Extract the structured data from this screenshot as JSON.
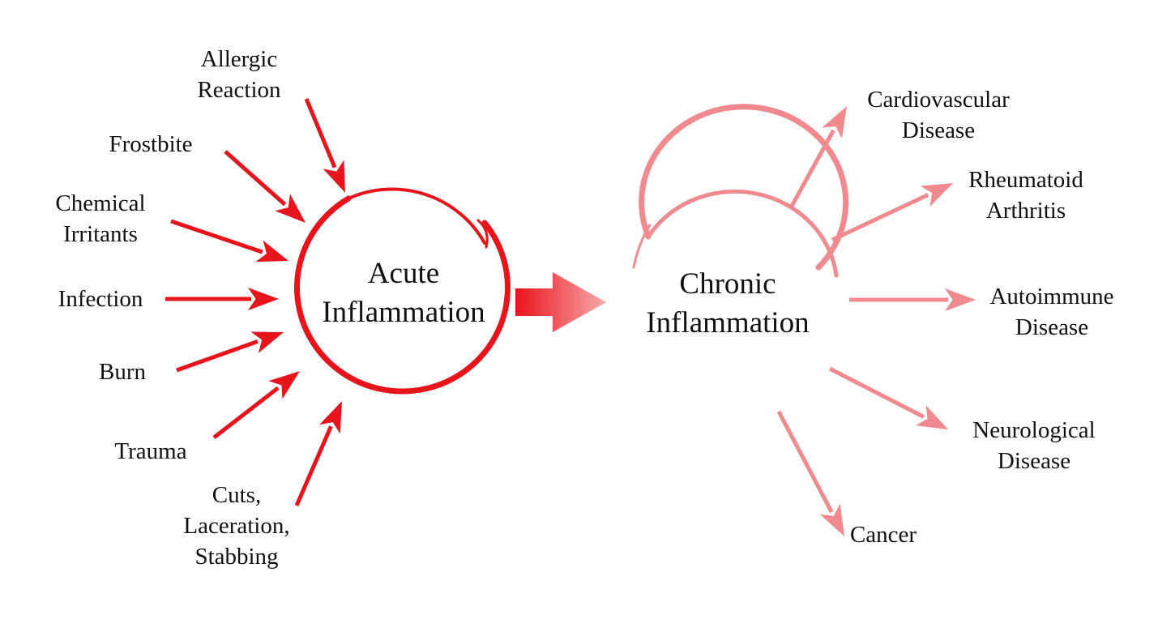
{
  "colors": {
    "acute": "#e8141b",
    "chronic": "#f08a8e",
    "text": "#111111",
    "background": "#ffffff"
  },
  "acute": {
    "title_line1": "Acute",
    "title_line2": "Inflammation"
  },
  "chronic": {
    "title_line1": "Chronic",
    "title_line2": "Inflammation"
  },
  "causes": [
    {
      "lines": [
        "Allergic",
        "Reaction"
      ]
    },
    {
      "lines": [
        "Frostbite"
      ]
    },
    {
      "lines": [
        "Chemical",
        "Irritants"
      ]
    },
    {
      "lines": [
        "Infection"
      ]
    },
    {
      "lines": [
        "Burn"
      ]
    },
    {
      "lines": [
        "Trauma"
      ]
    },
    {
      "lines": [
        "Cuts,",
        "Laceration,",
        "Stabbing"
      ]
    }
  ],
  "outcomes": [
    {
      "lines": [
        "Cardiovascular",
        "Disease"
      ]
    },
    {
      "lines": [
        "Rheumatoid",
        "Arthritis"
      ]
    },
    {
      "lines": [
        "Autoimmune",
        "Disease"
      ]
    },
    {
      "lines": [
        "Neurological",
        "Disease"
      ]
    },
    {
      "lines": [
        "Cancer"
      ]
    }
  ]
}
